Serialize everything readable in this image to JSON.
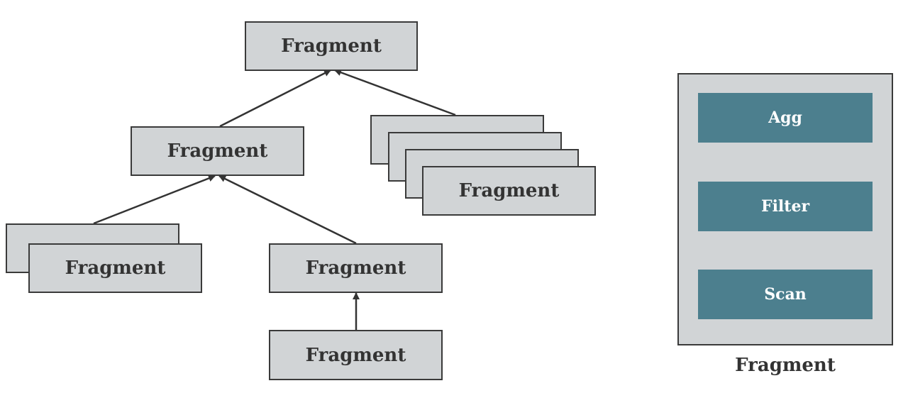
{
  "tree": {
    "root": "Fragment",
    "left": "Fragment",
    "right_stack": "Fragment",
    "bottom_left_stack": "Fragment",
    "bottom_middle": "Fragment",
    "bottom_leaf": "Fragment"
  },
  "detail": {
    "operators": [
      "Agg",
      "Filter",
      "Scan"
    ],
    "caption": "Fragment"
  },
  "colors": {
    "fragment_fill": "#d1d4d6",
    "operator_fill": "#4c7f8e",
    "edge": "#333333"
  }
}
